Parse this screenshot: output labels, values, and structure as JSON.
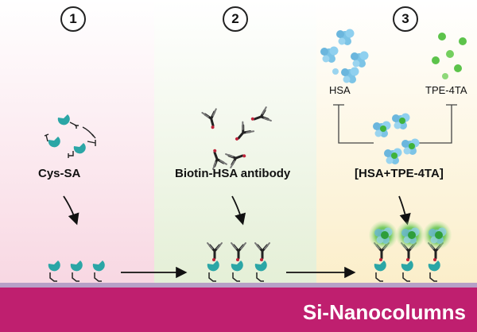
{
  "steps": [
    {
      "number": "1",
      "label": "Cys-SA"
    },
    {
      "number": "2",
      "label": "Biotin-HSA antibody"
    },
    {
      "number": "3",
      "label": "[HSA+TPE-4TA]"
    }
  ],
  "inputs": {
    "left": "HSA",
    "right": "TPE-4TA"
  },
  "substrate": "Si-Nanocolumns",
  "colors": {
    "panel1": "#fbe3ea",
    "panel2": "#edf4e3",
    "panel3": "#fcf3dc",
    "streptavidin": "#2ba6a6",
    "hsa": "#7cc4e6",
    "tpe": "#5cc34a",
    "substrate": "#bf1f6f"
  }
}
